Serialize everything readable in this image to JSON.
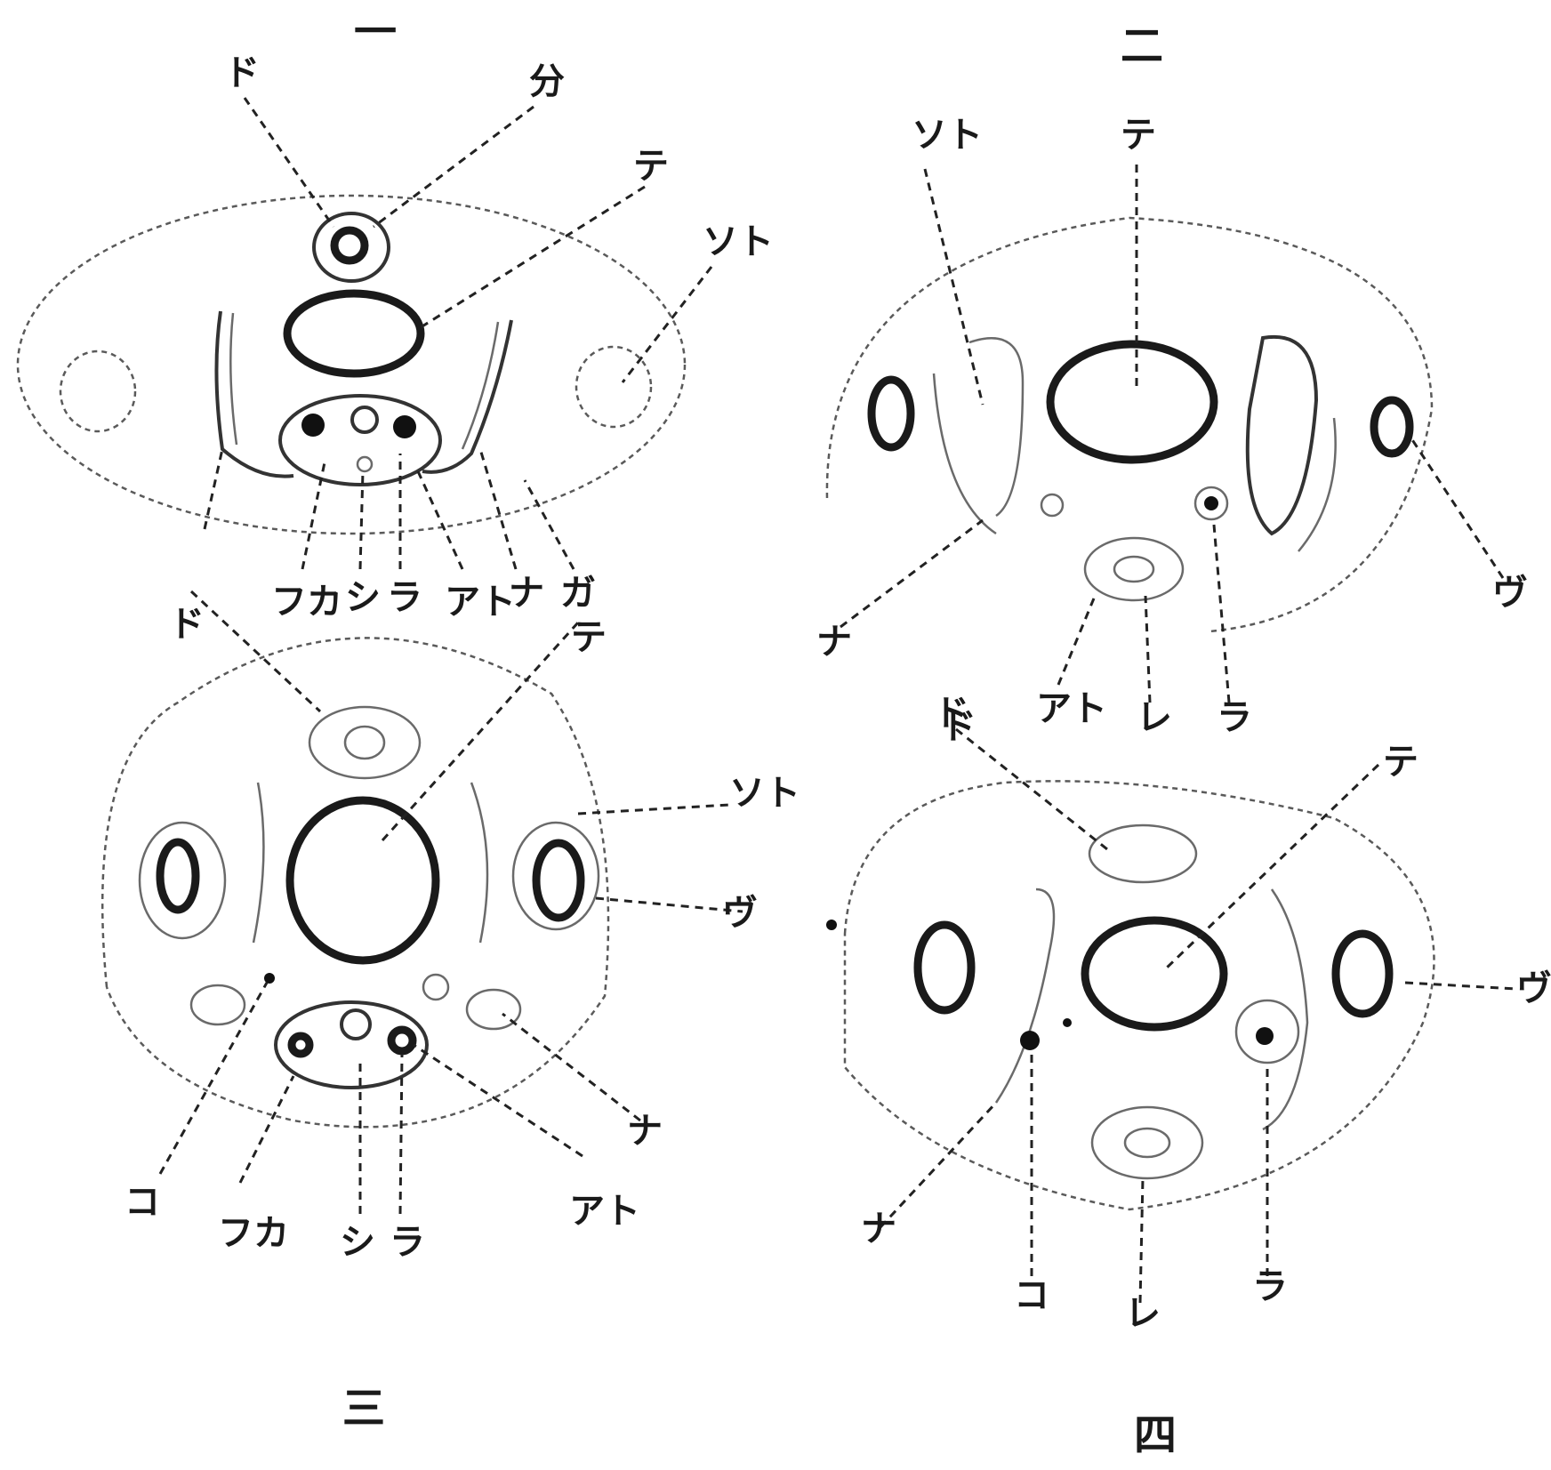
{
  "figures": [
    {
      "number": "一",
      "labels": [
        "ド",
        "分",
        "テ",
        "ソト",
        "フカ",
        "シ",
        "ラ",
        "アト",
        "ナ",
        "ガ"
      ]
    },
    {
      "number": "二",
      "labels": [
        "ソト",
        "テ",
        "ナ",
        "ヴ",
        "アト",
        "ド",
        "レ",
        "ラ"
      ]
    },
    {
      "number": "三",
      "labels": [
        "ド",
        "テ",
        "ソト",
        "ヴ",
        "ナ",
        "コ",
        "フカ",
        "シ",
        "ラ",
        "アト"
      ]
    },
    {
      "number": "四",
      "labels": [
        "ド",
        "テ",
        "ヴ",
        "ナ",
        "コ",
        "レ",
        "ラ"
      ]
    }
  ],
  "styles": {
    "ink": "#1a1a1a",
    "paper": "#ffffff"
  }
}
